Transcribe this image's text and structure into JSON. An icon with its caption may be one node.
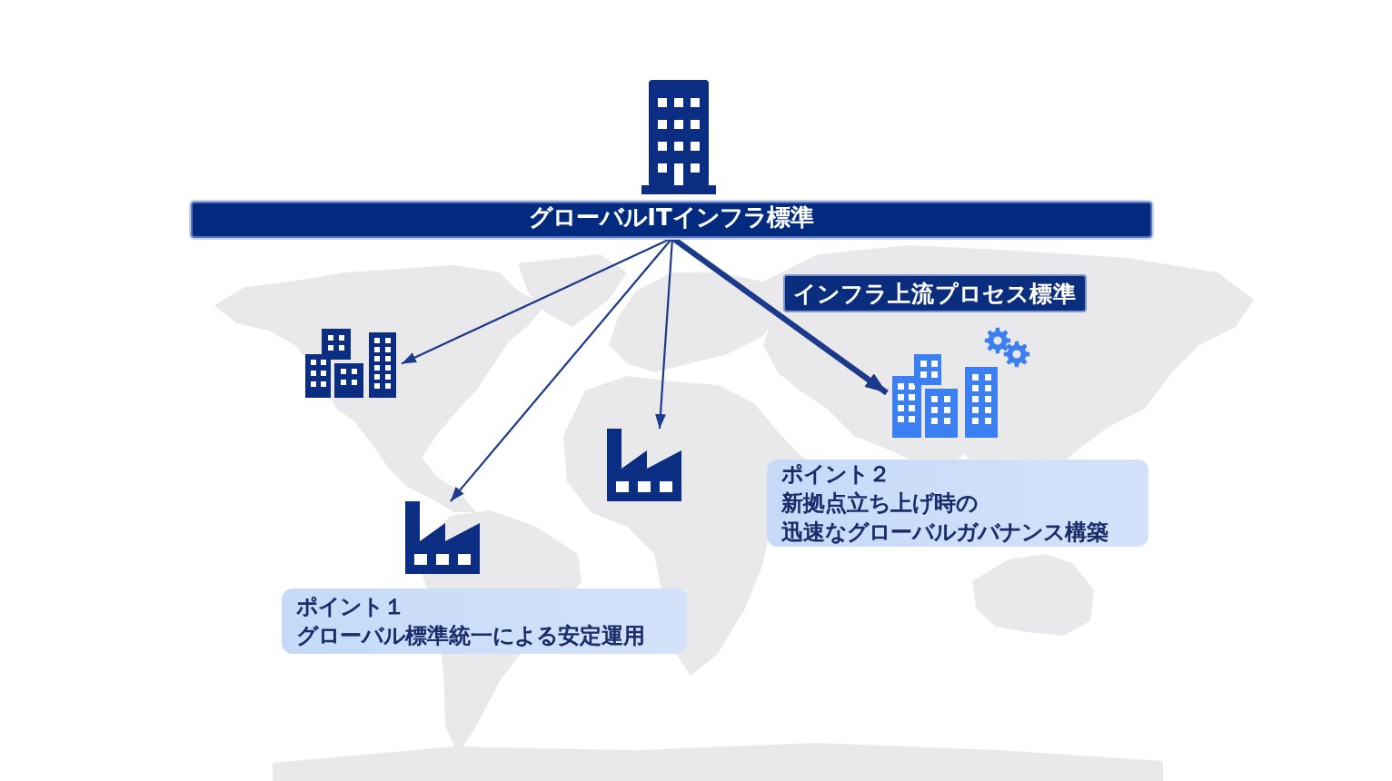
{
  "diagram": {
    "nodes": [
      {
        "text": [],
        "shape": "picture"
      },
      {
        "text": [
          "グローバルITインフラ標準"
        ]
      },
      {
        "text": [],
        "shape": "picture"
      },
      {
        "text": [
          "インフラ上流プロセス標準"
        ]
      },
      {
        "text": [],
        "shape": "picture"
      },
      {
        "text": [],
        "shape": "picture"
      },
      {
        "text": [
          "ポイント２",
          "新拠点立ち上げ時の迅速なグローバルガバナンス構築"
        ]
      },
      {
        "text": [],
        "shape": "picture"
      },
      {
        "text": [
          "ポイント１",
          "グローバル標準統一による安定運用"
        ]
      }
    ],
    "edges": [
      {
        "from": 1,
        "to": 2,
        "arrow": "to"
      },
      {
        "from": 1,
        "to": 7,
        "arrow": "to"
      },
      {
        "from": 1,
        "to": 5,
        "arrow": "to"
      },
      {
        "from": 1,
        "to": 4,
        "arrow": "to",
        "style": "thick"
      }
    ]
  }
}
